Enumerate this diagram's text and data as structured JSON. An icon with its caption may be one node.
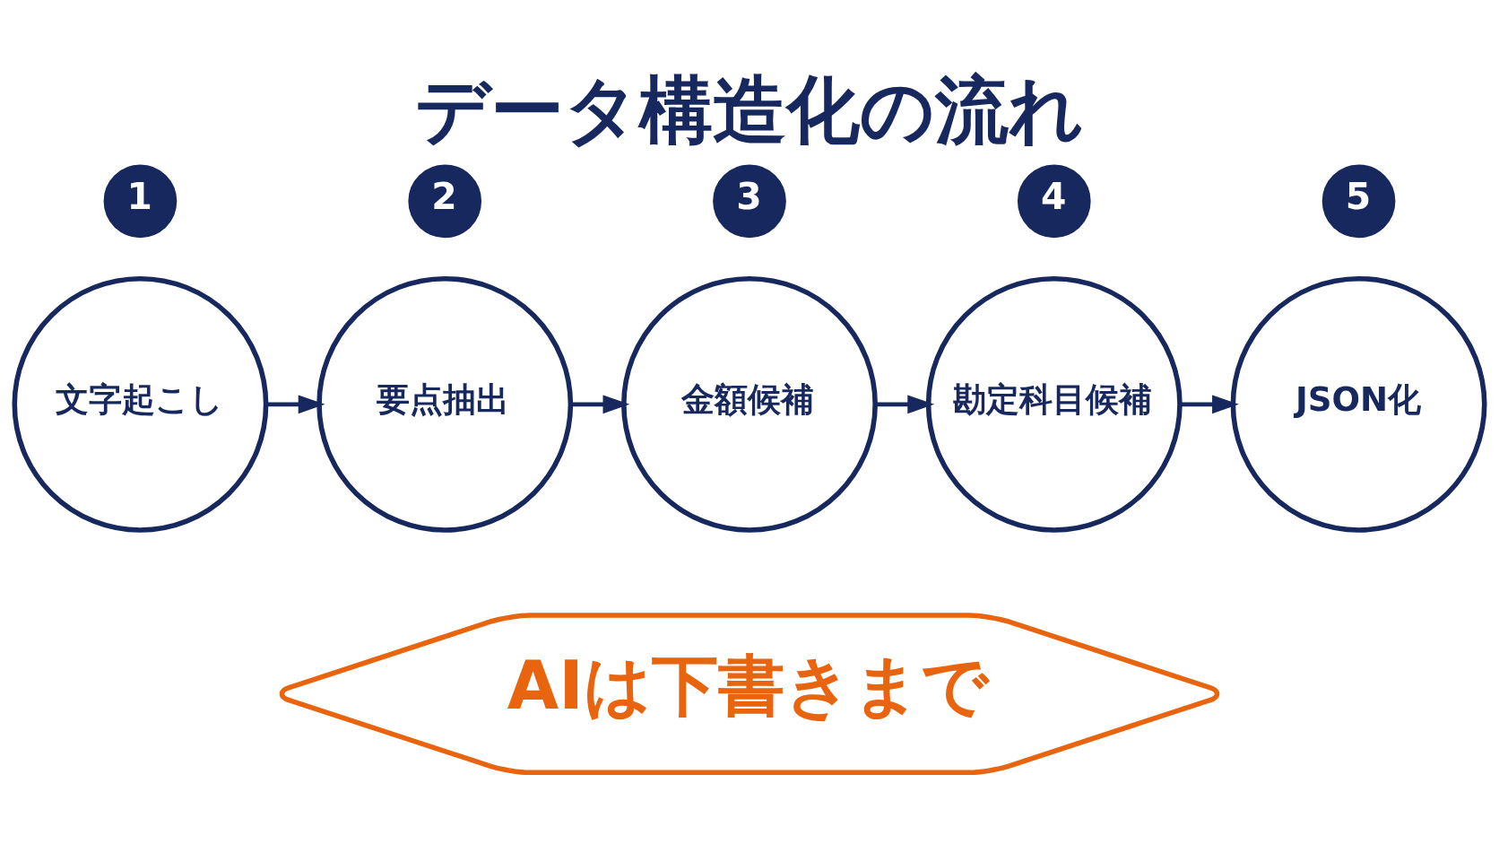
{
  "diagram": {
    "title": "データ構造化の流れ",
    "nodes": [
      {
        "text": [
          "1"
        ]
      },
      {
        "text": [
          "文字起こし"
        ]
      },
      {
        "text": [
          "2"
        ]
      },
      {
        "text": [
          "要点抽出"
        ]
      },
      {
        "text": [
          "3"
        ]
      },
      {
        "text": [
          "金額候補"
        ]
      },
      {
        "text": [
          "4"
        ]
      },
      {
        "text": [
          "勘定科目候補"
        ]
      },
      {
        "text": [
          "5"
        ]
      },
      {
        "text": [
          "JSON化"
        ]
      },
      {
        "text": [
          "AIは下書きまで"
        ]
      }
    ],
    "edges": [
      {
        "from": 1,
        "to": 3,
        "arrow": "to"
      },
      {
        "from": 3,
        "to": 5,
        "arrow": "to"
      },
      {
        "from": 5,
        "to": 7,
        "arrow": "to"
      },
      {
        "from": 7,
        "to": 9,
        "arrow": "to"
      }
    ]
  }
}
